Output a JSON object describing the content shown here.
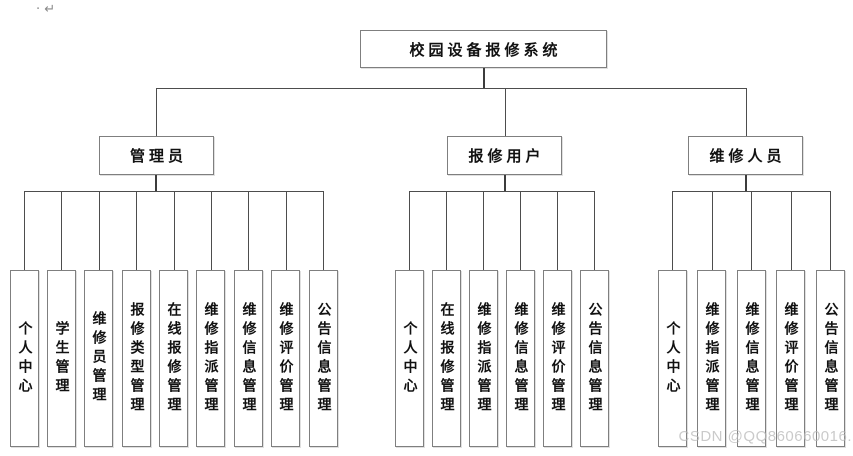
{
  "page": {
    "paragraph_mark": "· ↵",
    "watermark": "CSDN @QQ860660016."
  },
  "colors": {
    "connector": "#4d4d4d",
    "box_border": "#7f7f7f",
    "text": "#111111",
    "watermark": "#b9b9b9"
  },
  "tree": {
    "root": {
      "label": "校园设备报修系统"
    },
    "branches": [
      {
        "label": "管理员",
        "children": [
          "个人中心",
          "学生管理",
          "维修员管理",
          "报修类型管理",
          "在线报修管理",
          "维修指派管理",
          "维修信息管理",
          "维修评价管理",
          "公告信息管理"
        ]
      },
      {
        "label": "报修用户",
        "children": [
          "个人中心",
          "在线报修管理",
          "维修指派管理",
          "维修信息管理",
          "维修评价管理",
          "公告信息管理"
        ]
      },
      {
        "label": "维修人员",
        "children": [
          "个人中心",
          "维修指派管理",
          "维修信息管理",
          "维修评价管理",
          "公告信息管理"
        ]
      }
    ]
  }
}
